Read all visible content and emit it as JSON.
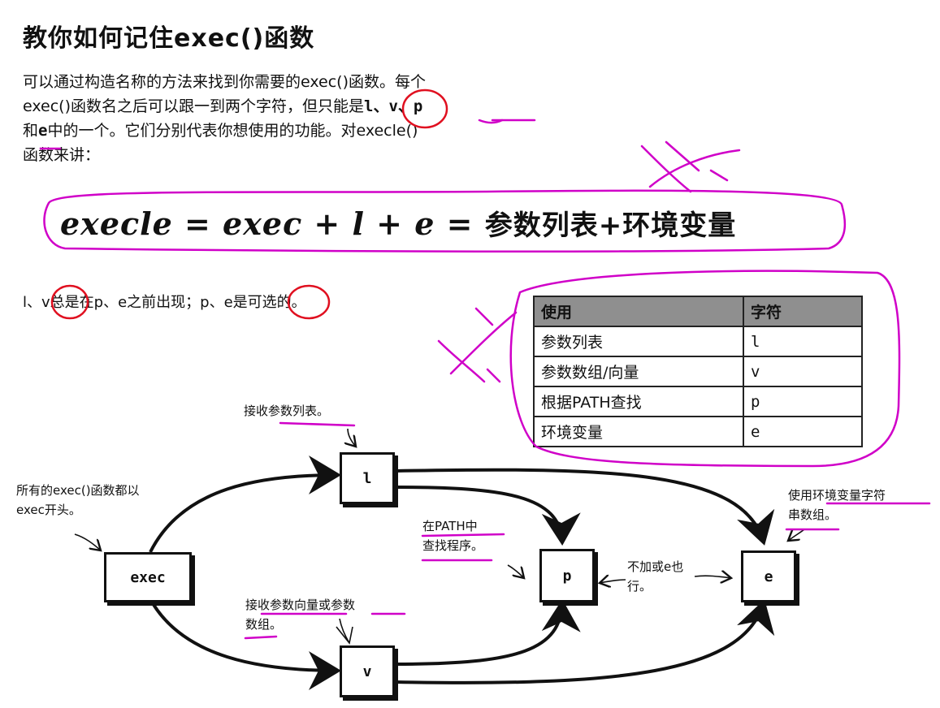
{
  "title": "教你如何记住exec()函数",
  "paragraph": {
    "line1": "可以通过构造名称的方法来找到你需要的exec()函数。每个",
    "line2_a": "exec()函数名之后可以跟一到两个字符，但",
    "line2_b": "只能",
    "line2_c": "是",
    "line2_d": "l、v、p",
    "line3_a": "和",
    "line3_b": "e",
    "line3_c": "中的一个。它们分别代表你想使用的功能。对execle()",
    "line4": "函数来讲："
  },
  "formula": {
    "lhs": "execle = exec + l + e = ",
    "rhs": "参数列表+环境变量"
  },
  "note": "l、v总是在p、e之前出现；p、e是可选的。",
  "table": {
    "headers": [
      "使用",
      "字符"
    ],
    "rows": [
      [
        "参数列表",
        "l"
      ],
      [
        "参数数组/向量",
        "v"
      ],
      [
        "根据PATH查找",
        "p"
      ],
      [
        "环境变量",
        "e"
      ]
    ]
  },
  "diagram": {
    "boxes": {
      "exec": "exec",
      "l": "l",
      "v": "v",
      "p": "p",
      "e": "e"
    },
    "notes": {
      "all_start_1": "所有的exec()函数都以",
      "all_start_2": "exec开头。",
      "accept_list": "接收参数列表。",
      "path_1": "在PATH中",
      "path_2": "查找程序。",
      "accept_vector_1": "接收参数向量或参数",
      "accept_vector_2": "数组。",
      "optional_1": "不加或e也",
      "optional_2": "行。",
      "env_1": "使用环境变量字符",
      "env_2": "串数组。"
    }
  },
  "colors": {
    "annotation_magenta": "#d000c8",
    "annotation_red": "#e01020"
  }
}
